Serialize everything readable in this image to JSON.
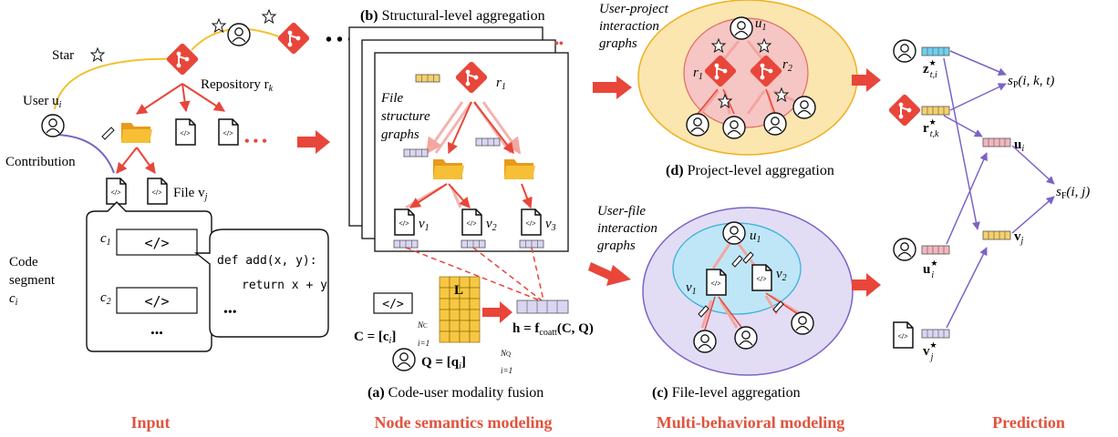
{
  "sections": {
    "input": "Input",
    "semantics": "Node semantics modeling",
    "behavioral": "Multi-behavioral modeling",
    "prediction": "Prediction"
  },
  "input_panel": {
    "star_label": "Star",
    "user_label": "User u",
    "user_sub": "i",
    "repo_label": "Repository r",
    "repo_sub": "k",
    "contribution_label": "Contribution",
    "file_label": "File v",
    "file_sub": "j",
    "code_label_line1": "Code",
    "code_label_line2": "segment",
    "code_label_line3": "c",
    "code_label_sub": "i",
    "seg1_label": "c",
    "seg1_sub": "1",
    "seg2_label": "c",
    "seg2_sub": "2",
    "code_tag": "</>",
    "bubble_line1": "def add(x, y):",
    "bubble_line2": "return x + y",
    "ellipsis": "•••",
    "dots": "• • •"
  },
  "structural": {
    "title_b": "(b)",
    "title": "Structural-level aggregation",
    "graphs_label_1": "File",
    "graphs_label_2": "structure",
    "graphs_label_3": "graphs",
    "r_label": "r",
    "r_sub": "1",
    "v1": "v",
    "v1_sub": "1",
    "v2": "v",
    "v2_sub": "2",
    "v3": "v",
    "v3_sub": "3"
  },
  "fusion": {
    "title_a": "(a)",
    "title": "Code-user modality fusion",
    "matrix_label": "L",
    "c_formula": "C = [c",
    "c_formula_end": "]",
    "c_sub": "i",
    "c_range_low": "i=1",
    "c_range_high": "N",
    "c_range_high_sub": "C",
    "h_formula": "h = f",
    "h_sub": "coatt",
    "h_args": "(C, Q)",
    "q_formula": "Q = [q",
    "q_formula_end": "]",
    "q_sub": "i",
    "q_range_low": "i=1",
    "q_range_high": "N",
    "q_range_high_sub": "Q"
  },
  "project_level": {
    "graph_label_1": "User-project",
    "graph_label_2": "interaction",
    "graph_label_3": "graphs",
    "u_label": "u",
    "u_sub": "1",
    "r1_label": "r",
    "r1_sub": "1",
    "r2_label": "r",
    "r2_sub": "2",
    "title_d": "(d)",
    "title": "Project-level aggregation"
  },
  "file_level": {
    "graph_label_1": "User-file",
    "graph_label_2": "interaction",
    "graph_label_3": "graphs",
    "u_label": "u",
    "u_sub": "1",
    "v1_label": "v",
    "v1_sub": "1",
    "v2_label": "v",
    "v2_sub": "2",
    "title_c": "(c)",
    "title": "File-level aggregation"
  },
  "prediction": {
    "z_label": "z",
    "z_sub": "t,i",
    "r_label": "r",
    "r_sub": "t,k",
    "u_label": "u",
    "u_sub": "i",
    "v_label": "v",
    "v_sub": "j",
    "ustar_label": "u",
    "ustar_sub": "i",
    "vstar_label": "v",
    "vstar_sub": "j",
    "sp_label": "s",
    "sp_sub": "P",
    "sp_args": "(i, k, t)",
    "sf_label": "s",
    "sf_sub": "F",
    "sf_args": "(i, j)"
  },
  "colors": {
    "red": "#e8463a",
    "orange": "#f0a830",
    "yellow_line": "#f2c12e",
    "purple_line": "#7b63c6",
    "project_fill": "#fbe6b0",
    "project_inner": "#f6c6c4",
    "file_fill": "#e3dcf5",
    "file_inner": "#bfe6f6",
    "section_red": "#e0533e",
    "matrix": "#f7c744"
  }
}
